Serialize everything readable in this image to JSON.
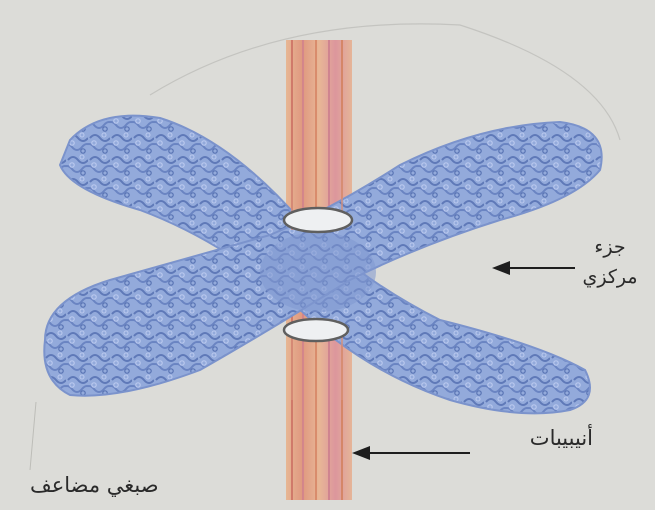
{
  "labels": {
    "centromere_line1": "جزء",
    "centromere_line2": "مركزي",
    "microtubules": "أنيبيبات",
    "chromosome": "صبغي مضاعف"
  },
  "colors": {
    "background": "#dcdcd8",
    "chromatid": "#8fa6d8",
    "chromatid_detail": "#5f79b8",
    "fiber_orange": "#e6a070",
    "fiber_pink": "#d98a9a",
    "arrow": "#1e1e1e"
  }
}
